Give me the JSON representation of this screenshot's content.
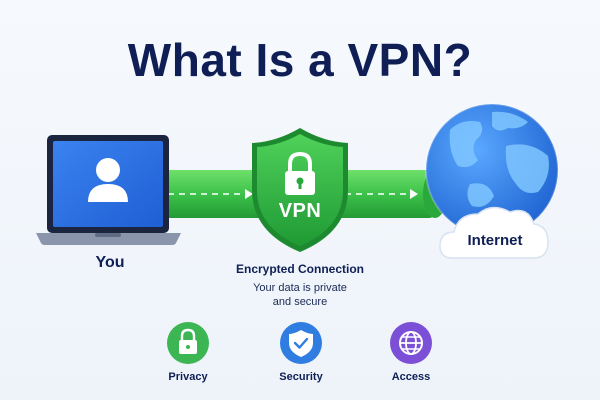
{
  "title": "What Is a VPN?",
  "user": {
    "label": "You"
  },
  "tunnel": {
    "badge": "VPN",
    "caption": "Encrypted Connection",
    "description_line1": "Your data is private",
    "description_line2": "and secure"
  },
  "internet": {
    "label": "Internet"
  },
  "features": [
    {
      "label": "Privacy",
      "icon": "lock-icon",
      "color": "#3cb553"
    },
    {
      "label": "Security",
      "icon": "shield-check-icon",
      "color": "#2f7de1"
    },
    {
      "label": "Access",
      "icon": "globe-icon",
      "color": "#7b4fd6"
    }
  ],
  "colors": {
    "title": "#0f1f55",
    "tunnel_green": "#3cc24a",
    "laptop_screen": "#2f6fe0",
    "globe_ocean": "#2f80e8",
    "globe_land": "#3aa0f0"
  }
}
